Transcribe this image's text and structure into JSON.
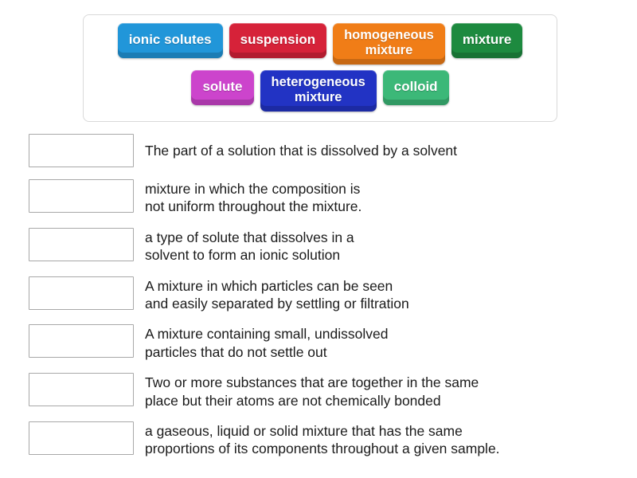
{
  "activity": {
    "type": "drag-and-drop matchup",
    "subject": "mixtures and solutions vocabulary"
  },
  "tile_bank": {
    "rows": [
      [
        {
          "label": "ionic solutes",
          "color": "#2196d9",
          "lines": 1
        },
        {
          "label": "suspension",
          "color": "#d62239",
          "lines": 1
        },
        {
          "label": "homogeneous\nmixture",
          "color": "#f07d17",
          "lines": 2
        },
        {
          "label": "mixture",
          "color": "#1d8a3f",
          "lines": 1
        }
      ],
      [
        {
          "label": "solute",
          "color": "#cc44cc",
          "lines": 1
        },
        {
          "label": "heterogeneous\nmixture",
          "color": "#2233c4",
          "lines": 2
        },
        {
          "label": "colloid",
          "color": "#3cb878",
          "lines": 1
        }
      ]
    ]
  },
  "questions": [
    {
      "answer_box_placeholder": "",
      "definition": "The part of a solution that is dissolved by a solvent",
      "lines": 1
    },
    {
      "answer_box_placeholder": "",
      "definition": "mixture in which the composition is\nnot uniform throughout the mixture.",
      "lines": 2
    },
    {
      "answer_box_placeholder": "",
      "definition": "a type of solute that dissolves in a\nsolvent to form an ionic solution",
      "lines": 2
    },
    {
      "answer_box_placeholder": "",
      "definition": "A mixture in which particles can be seen\nand easily separated by settling or filtration",
      "lines": 2
    },
    {
      "answer_box_placeholder": "",
      "definition": "A mixture containing small, undissolved\nparticles that do not settle out",
      "lines": 2
    },
    {
      "answer_box_placeholder": "",
      "definition": "Two or more substances that are together in the same\nplace but their atoms are not chemically bonded",
      "lines": 2
    },
    {
      "answer_box_placeholder": "",
      "definition": "a gaseous, liquid or solid mixture that has the same\nproportions of its components throughout a given sample.",
      "lines": 2
    }
  ],
  "colors": {
    "page_background": "#ffffff",
    "bank_border": "#d9d9d9",
    "drop_box_border": "#a8a8a8",
    "definition_text": "#1b1b1b",
    "tile_text": "#ffffff"
  }
}
